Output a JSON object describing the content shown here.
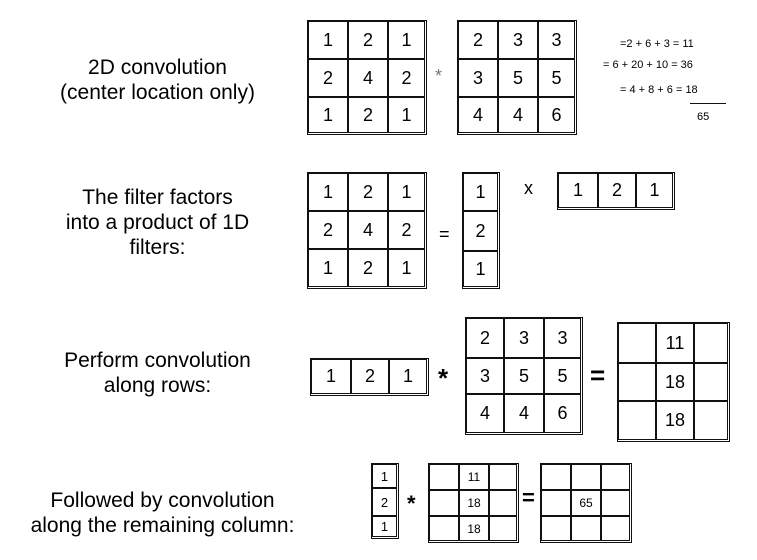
{
  "labels": {
    "conv2d_line1": "2D convolution",
    "conv2d_line2": "(center location only)",
    "factor_line1": "The filter factors",
    "factor_line2": "into a product of 1D",
    "factor_line3": "filters:",
    "rows_line1": "Perform convolution",
    "rows_line2": "along rows:",
    "col_line1": "Followed by convolution",
    "col_line2": "along the remaining column:"
  },
  "operators": {
    "convolve": "*",
    "equals": "=",
    "times": "x"
  },
  "filter_2d": [
    [
      "1",
      "2",
      "1"
    ],
    [
      "2",
      "4",
      "2"
    ],
    [
      "1",
      "2",
      "1"
    ]
  ],
  "image_patch": [
    [
      "2",
      "3",
      "3"
    ],
    [
      "3",
      "5",
      "5"
    ],
    [
      "4",
      "4",
      "6"
    ]
  ],
  "filter_column": [
    "1",
    "2",
    "1"
  ],
  "filter_row": [
    "1",
    "2",
    "1"
  ],
  "row_result": [
    [
      "",
      "11",
      ""
    ],
    [
      "",
      "18",
      ""
    ],
    [
      "",
      "18",
      ""
    ]
  ],
  "final_result": [
    [
      "",
      "",
      ""
    ],
    [
      "",
      "65",
      ""
    ],
    [
      "",
      "",
      ""
    ]
  ],
  "computation": {
    "line1": "=2 + 6 + 3 = 11",
    "line2": "= 6 + 20 + 10 = 36",
    "line3": "= 4 + 8 + 6 = 18",
    "total": "65"
  }
}
